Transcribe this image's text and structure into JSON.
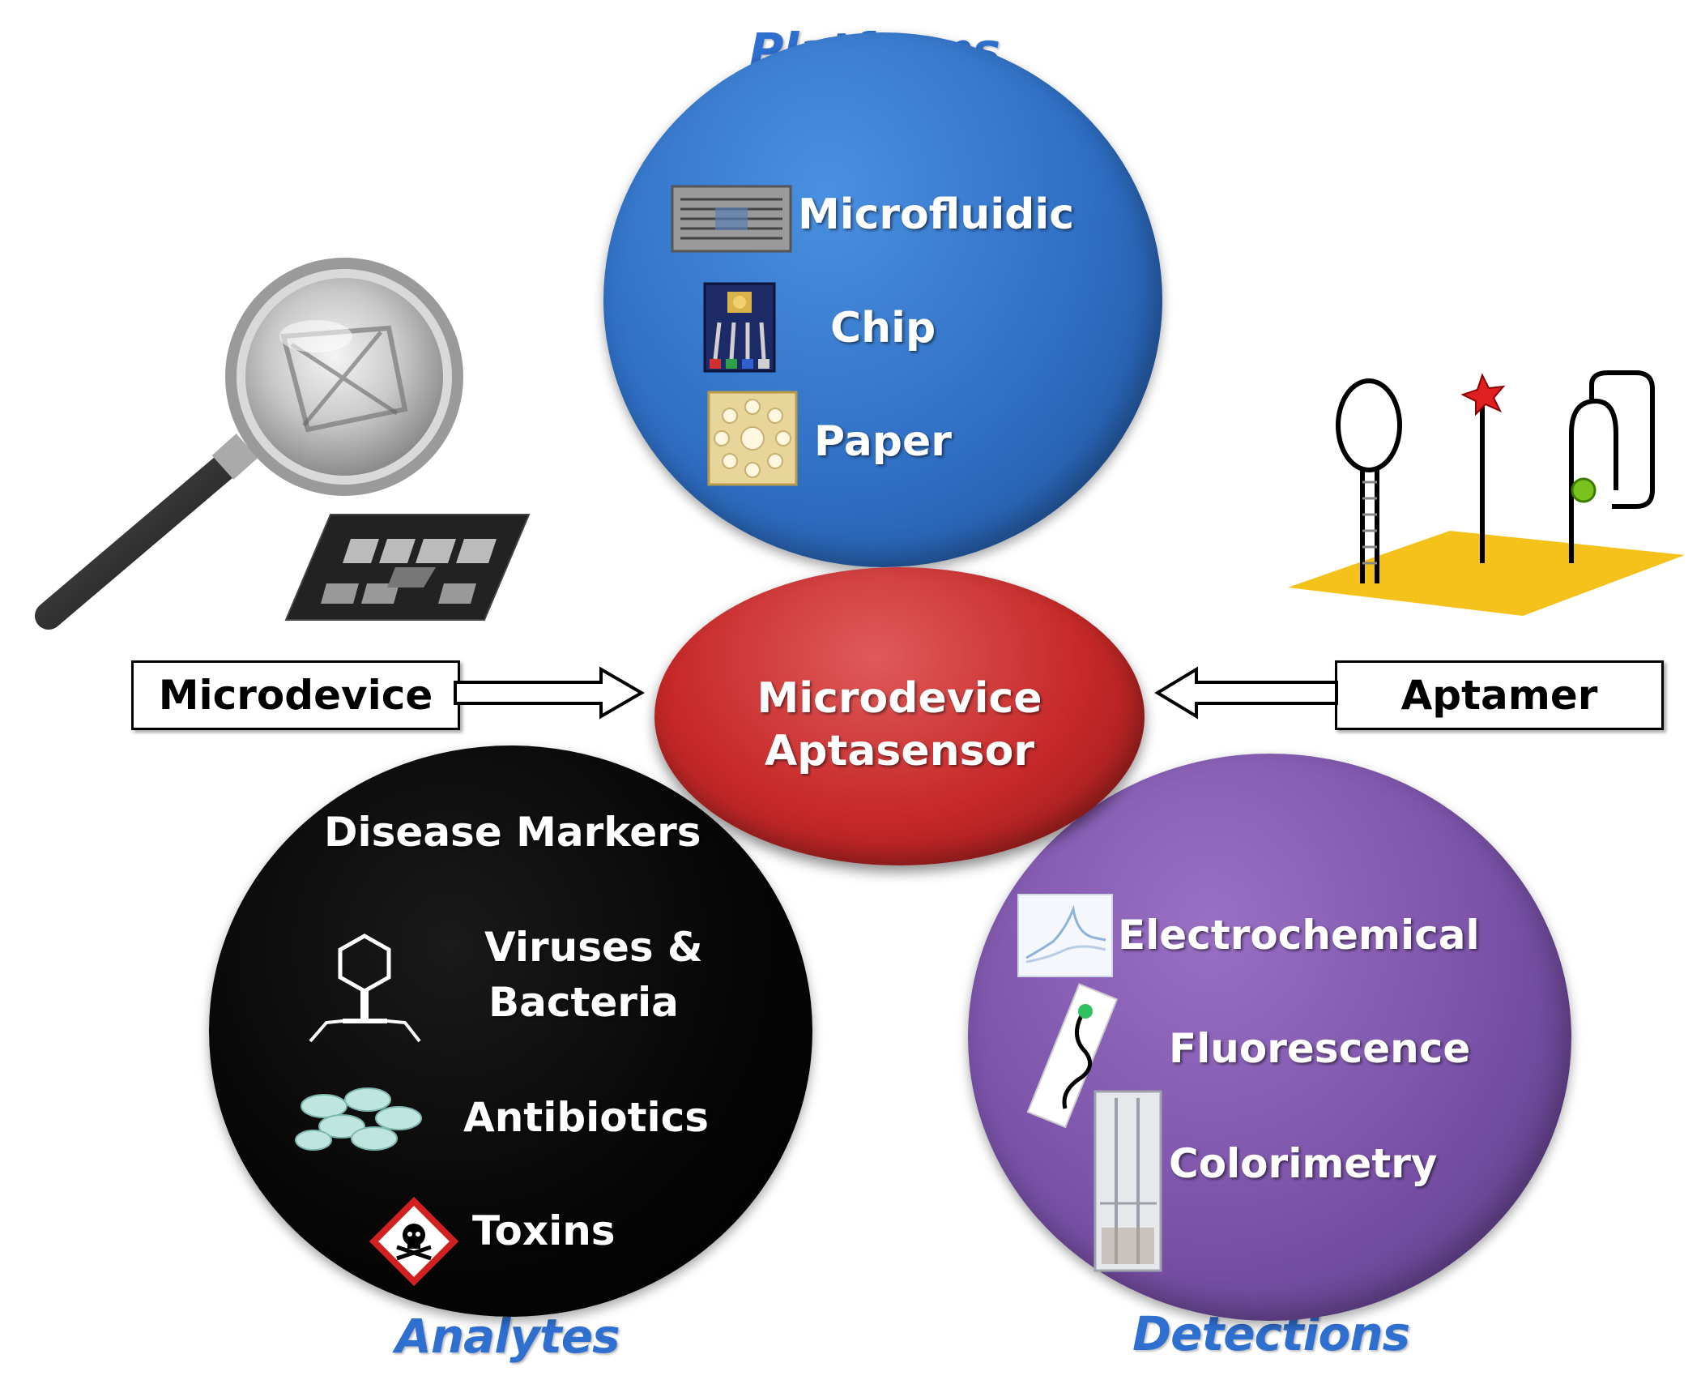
{
  "center": {
    "line1": "Microdevice",
    "line2": "Aptasensor"
  },
  "inputs": {
    "left": "Microdevice",
    "right": "Aptamer"
  },
  "platforms": {
    "heading": "Platforms",
    "items": [
      "Microfluidic",
      "Chip",
      "Paper"
    ]
  },
  "analytes": {
    "heading": "Analytes",
    "items": [
      "Disease Markers",
      "Viruses &",
      "Bacteria",
      "Antibiotics",
      "Toxins"
    ]
  },
  "detections": {
    "heading": "Detections",
    "items": [
      "Electrochemical",
      "Fluorescence",
      "Colorimetry"
    ]
  },
  "colors": {
    "platforms": "#2f6fc4",
    "analytes": "#000000",
    "detections": "#7a52a8",
    "center": "#c62828",
    "heading": "#2f6fd0",
    "aptamer_surface": "#f5c21c"
  }
}
